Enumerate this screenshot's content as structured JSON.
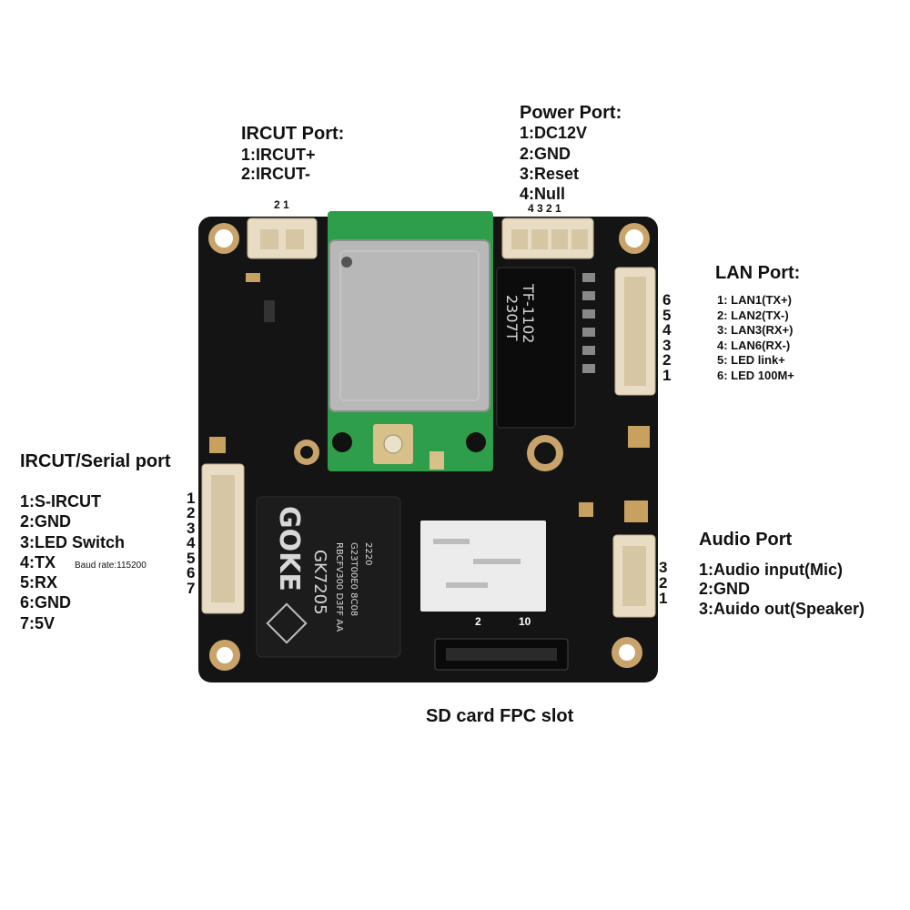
{
  "ircut_port": {
    "title": "IRCUT Port:",
    "lines": [
      "1:IRCUT+",
      "2:IRCUT-"
    ],
    "pin_numbers": "2 1"
  },
  "power_port": {
    "title": "Power Port:",
    "lines": [
      "1:DC12V",
      "2:GND",
      "3:Reset",
      "4:Null"
    ],
    "pin_numbers": "4 3 2 1"
  },
  "lan_port": {
    "title": "LAN Port:",
    "lines": [
      "1: LAN1(TX+)",
      "2: LAN2(TX-)",
      "3: LAN3(RX+)",
      "4: LAN6(RX-)",
      "5: LED link+",
      "6: LED 100M+"
    ],
    "pin_numbers": [
      "6",
      "5",
      "4",
      "3",
      "2",
      "1"
    ]
  },
  "serial_port": {
    "title": "IRCUT/Serial port",
    "lines": [
      "1:S-IRCUT",
      "2:GND",
      "3:LED Switch",
      "4:TX",
      "5:RX",
      "6:GND",
      "7:5V"
    ],
    "baud_note": "Baud rate:115200",
    "pin_numbers": [
      "1",
      "2",
      "3",
      "4",
      "5",
      "6",
      "7"
    ]
  },
  "audio_port": {
    "title": "Audio Port",
    "lines": [
      "1:Audio input(Mic)",
      "2:GND",
      "3:Auido out(Speaker)"
    ],
    "pin_numbers": [
      "3",
      "2",
      "1"
    ]
  },
  "sd_slot": {
    "label": "SD card FPC slot",
    "pin_left": "2",
    "pin_right": "10"
  },
  "board_text": {
    "soc_brand": "GOKE",
    "soc_model": "GK7205",
    "soc_code1": "RBCFV300 D3FF AA",
    "soc_code2": "G23T00E0 8C08",
    "soc_code3": "2220",
    "transformer_l1": "TF-1102",
    "transformer_l2": "2307T"
  },
  "colors": {
    "pcb": "#151515",
    "connector": "#e8dcc4",
    "shield": "#b8b8b8",
    "module_pcb": "#2e9e4a",
    "gold": "#c8a060"
  }
}
